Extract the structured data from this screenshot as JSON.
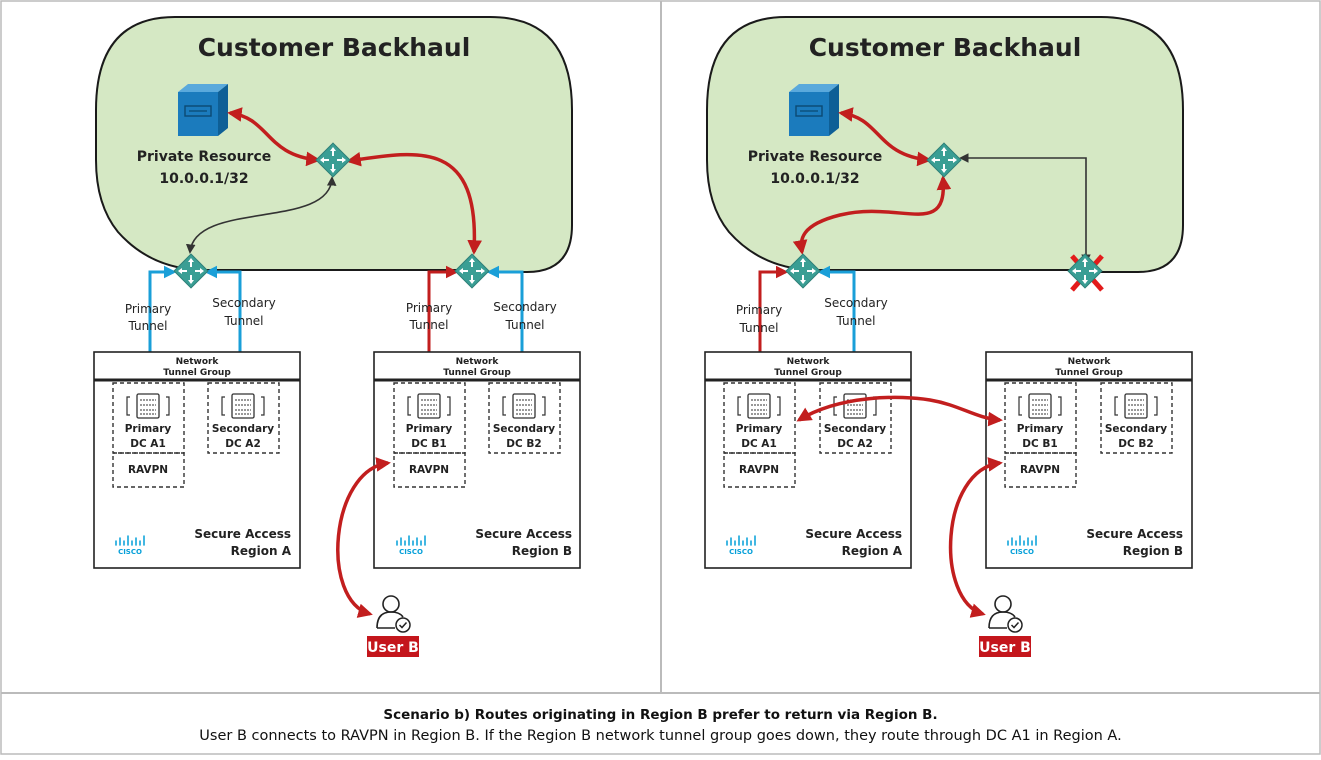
{
  "panels": [
    {
      "backhaul_title": "Customer Backhaul",
      "resource_name": "Private Resource",
      "resource_ip": "10.0.0.1/32",
      "regions": [
        {
          "header_line1": "Network",
          "header_line2": "Tunnel Group",
          "dc1_role": "Primary",
          "dc1_name": "DC A1",
          "dc2_role": "Secondary",
          "dc2_name": "DC A2",
          "ravpn": "RAVPN",
          "vendor": "CISCO",
          "label_line1": "Secure Access",
          "label_line2": "Region A",
          "tunnel1_line1": "Primary",
          "tunnel1_line2": "Tunnel",
          "tunnel2_line1": "Secondary",
          "tunnel2_line2": "Tunnel"
        },
        {
          "header_line1": "Network",
          "header_line2": "Tunnel Group",
          "dc1_role": "Primary",
          "dc1_name": "DC B1",
          "dc2_role": "Secondary",
          "dc2_name": "DC B2",
          "ravpn": "RAVPN",
          "vendor": "CISCO",
          "label_line1": "Secure Access",
          "label_line2": "Region B",
          "tunnel1_line1": "Primary",
          "tunnel1_line2": "Tunnel",
          "tunnel2_line1": "Secondary",
          "tunnel2_line2": "Tunnel"
        }
      ],
      "user_label": "User B"
    },
    {
      "backhaul_title": "Customer Backhaul",
      "resource_name": "Private Resource",
      "resource_ip": "10.0.0.1/32",
      "regions": [
        {
          "header_line1": "Network",
          "header_line2": "Tunnel Group",
          "dc1_role": "Primary",
          "dc1_name": "DC A1",
          "dc2_role": "Secondary",
          "dc2_name": "DC A2",
          "ravpn": "RAVPN",
          "vendor": "CISCO",
          "label_line1": "Secure Access",
          "label_line2": "Region A",
          "tunnel1_line1": "Primary",
          "tunnel1_line2": "Tunnel",
          "tunnel2_line1": "Secondary",
          "tunnel2_line2": "Tunnel"
        },
        {
          "header_line1": "Network",
          "header_line2": "Tunnel Group",
          "dc1_role": "Primary",
          "dc1_name": "DC B1",
          "dc2_role": "Secondary",
          "dc2_name": "DC B2",
          "ravpn": "RAVPN",
          "vendor": "CISCO",
          "label_line1": "Secure Access",
          "label_line2": "Region B"
        }
      ],
      "user_label": "User B"
    }
  ],
  "caption": {
    "title": "Scenario b) Routes originating in Region B prefer to return via Region B.",
    "text": "User B connects to RAVPN in Region B. If the Region B network tunnel group goes down, they route through DC A1 in Region A."
  },
  "colors": {
    "backhaul_fill": "#d5e8c4",
    "router": "#3a9e94",
    "server": "#1b7bbd",
    "active_path": "#c21e1e",
    "tunnel": "#1a9fd8",
    "user_badge": "#c4161c",
    "cisco": "#049fd9"
  },
  "icons": [
    "server-icon",
    "router-icon",
    "user-icon",
    "datacenter-icon",
    "cisco-logo-icon",
    "failure-x-icon"
  ]
}
